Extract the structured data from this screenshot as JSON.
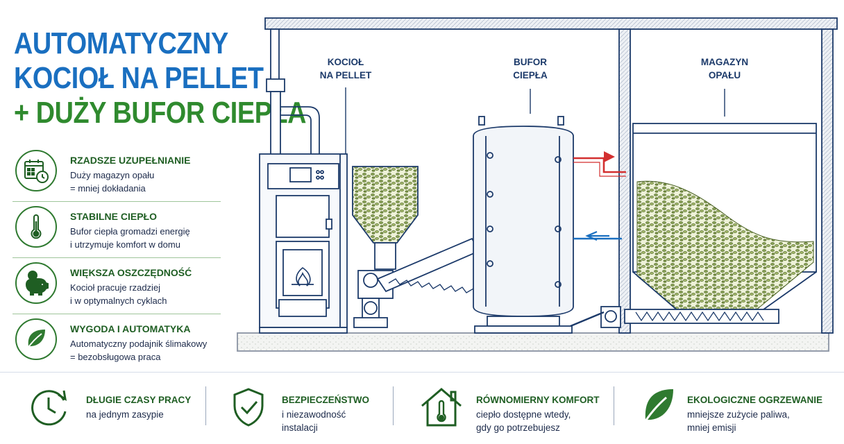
{
  "title": {
    "line1": "AUTOMATYCZNY",
    "line2": "KOCIOŁ NA PELLET",
    "line3": "+ DUŻY BUFOR CIEPŁA"
  },
  "features": [
    {
      "icon": "calendar-clock-icon",
      "title": "RZADSZE UZUPEŁNIANIE",
      "desc": [
        "Duży magazyn opału",
        "= mniej dokładania"
      ]
    },
    {
      "icon": "thermometer-icon",
      "title": "STABILNE CIEPŁO",
      "desc": [
        "Bufor ciepła gromadzi energię",
        "i utrzymuje komfort w domu"
      ]
    },
    {
      "icon": "piggy-bank-icon",
      "title": "WIĘKSZA OSZCZĘDNOŚĆ",
      "desc": [
        "Kocioł pracuje rzadziej",
        "i w optymalnych cyklach"
      ]
    },
    {
      "icon": "leaf-icon",
      "title": "WYGODA I AUTOMATYKA",
      "desc": [
        "Automatyczny podajnik ślimakowy",
        "= bezobsługowa praca"
      ]
    }
  ],
  "diagram": {
    "boiler_label": [
      "KOCIOŁ",
      "NA PELLET"
    ],
    "buffer_label": [
      "BUFOR",
      "CIEPŁA"
    ],
    "storage_label": [
      "MAGAZYN",
      "OPAŁU"
    ]
  },
  "bottom": [
    {
      "icon": "clock-cycle-icon",
      "title": "DŁUGIE CZASY PRACY",
      "desc": [
        "na jednym zasypie"
      ]
    },
    {
      "icon": "shield-check-icon",
      "title": "BEZPIECZEŃSTWO",
      "desc": [
        "i niezawodność",
        "instalacji"
      ]
    },
    {
      "icon": "house-thermometer-icon",
      "title": "RÓWNOMIERNY KOMFORT",
      "desc": [
        "ciepło dostępne wtedy,",
        "gdy go potrzebujesz"
      ]
    },
    {
      "icon": "leaf-icon",
      "title": "EKOLOGICZNE OGRZEWANIE",
      "desc": [
        "mniejsze zużycie paliwa,",
        "mniej emisji"
      ]
    }
  ],
  "colors": {
    "title_blue": "#1a6fc0",
    "title_green": "#2f8a2e",
    "accent_green": "#1f5e23",
    "line_blue": "#1c3a6a",
    "hot_red": "#d32f2f",
    "cold_blue": "#1a6fc0"
  }
}
